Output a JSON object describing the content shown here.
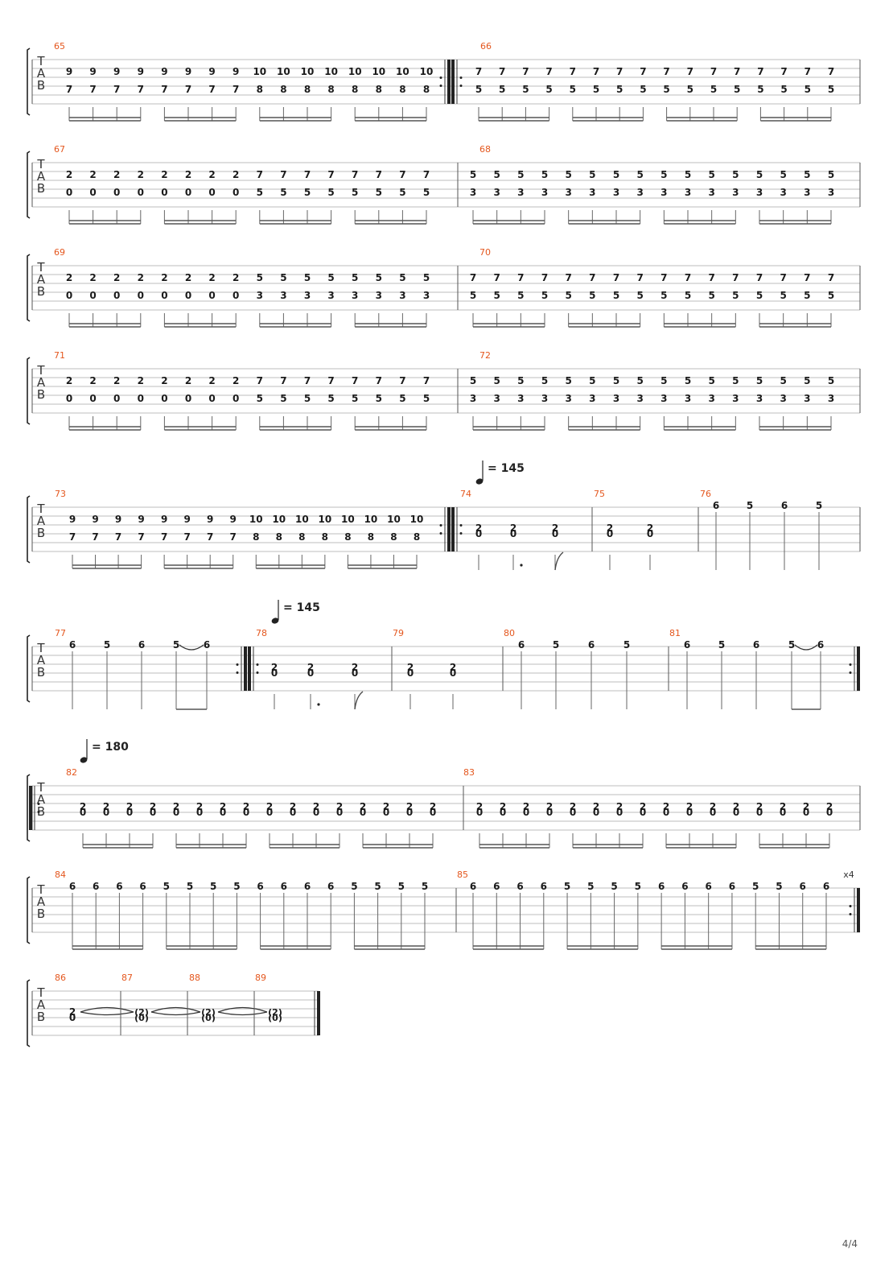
{
  "document": {
    "type": "guitar-tablature",
    "page_label": "4/4",
    "tab_clef": [
      "T",
      "A",
      "B"
    ],
    "repeat_count_label": "x4"
  },
  "tempo_marks": [
    {
      "system": 4,
      "value": "= 145"
    },
    {
      "system": 5,
      "value": "= 145"
    },
    {
      "system": 6,
      "value": "= 180"
    }
  ],
  "systems": [
    {
      "measures": [
        {
          "number": "65",
          "events": [
            {
              "s": 2,
              "f": "9",
              "n": 8
            },
            {
              "s": 2,
              "f": "10",
              "n": 8
            },
            {
              "s": 4,
              "f": "7",
              "n": 8
            },
            {
              "s": 4,
              "f": "8",
              "n": 8
            }
          ]
        },
        {
          "number": "66",
          "events": [
            {
              "s": 2,
              "f": "7",
              "n": 16
            },
            {
              "s": 4,
              "f": "5",
              "n": 16
            }
          ]
        }
      ]
    },
    {
      "measures": [
        {
          "number": "67",
          "events": [
            {
              "s": 2,
              "f": "2",
              "n": 8
            },
            {
              "s": 2,
              "f": "7",
              "n": 8
            },
            {
              "s": 4,
              "f": "0",
              "n": 8
            },
            {
              "s": 4,
              "f": "5",
              "n": 8
            }
          ]
        },
        {
          "number": "68",
          "events": [
            {
              "s": 2,
              "f": "5",
              "n": 16
            },
            {
              "s": 4,
              "f": "3",
              "n": 16
            }
          ]
        }
      ]
    },
    {
      "measures": [
        {
          "number": "69",
          "events": [
            {
              "s": 2,
              "f": "2",
              "n": 8
            },
            {
              "s": 2,
              "f": "5",
              "n": 8
            },
            {
              "s": 4,
              "f": "0",
              "n": 8
            },
            {
              "s": 4,
              "f": "3",
              "n": 8
            }
          ]
        },
        {
          "number": "70",
          "events": [
            {
              "s": 2,
              "f": "7",
              "n": 16
            },
            {
              "s": 4,
              "f": "5",
              "n": 16
            }
          ]
        }
      ]
    },
    {
      "measures": [
        {
          "number": "71",
          "events": [
            {
              "s": 2,
              "f": "2",
              "n": 8
            },
            {
              "s": 2,
              "f": "7",
              "n": 8
            },
            {
              "s": 4,
              "f": "0",
              "n": 8
            },
            {
              "s": 4,
              "f": "5",
              "n": 8
            }
          ]
        },
        {
          "number": "72",
          "events": [
            {
              "s": 2,
              "f": "5",
              "n": 16
            },
            {
              "s": 4,
              "f": "3",
              "n": 16
            }
          ]
        }
      ]
    },
    {
      "measures": [
        {
          "number": "73",
          "events": [
            {
              "s": 2,
              "f": "9",
              "n": 8
            },
            {
              "s": 2,
              "f": "10",
              "n": 8
            },
            {
              "s": 4,
              "f": "7",
              "n": 8
            },
            {
              "s": 4,
              "f": "8",
              "n": 8
            }
          ]
        },
        {
          "number": "74",
          "chords": [
            [
              "2",
              "0"
            ],
            [
              "2",
              "0"
            ],
            [
              "2",
              "0"
            ]
          ]
        },
        {
          "number": "75",
          "chords": [
            [
              "2",
              "0"
            ],
            [
              "2",
              "0"
            ]
          ]
        },
        {
          "number": "76",
          "notes": [
            "6",
            "5",
            "6",
            "5"
          ]
        }
      ]
    },
    {
      "measures": [
        {
          "number": "77",
          "notes": [
            "6",
            "5",
            "6",
            "5",
            "6"
          ]
        },
        {
          "number": "78",
          "chords": [
            [
              "2",
              "0"
            ],
            [
              "2",
              "0"
            ],
            [
              "2",
              "0"
            ]
          ]
        },
        {
          "number": "79",
          "chords": [
            [
              "2",
              "0"
            ],
            [
              "2",
              "0"
            ]
          ]
        },
        {
          "number": "80",
          "notes": [
            "6",
            "5",
            "6",
            "5"
          ]
        },
        {
          "number": "81",
          "notes": [
            "6",
            "5",
            "6",
            "5",
            "6"
          ]
        }
      ]
    },
    {
      "measures": [
        {
          "number": "82",
          "chords": [
            [
              "2",
              "0"
            ],
            [
              "2",
              "0"
            ],
            [
              "2",
              "0"
            ],
            [
              "2",
              "0"
            ],
            [
              "2",
              "0"
            ],
            [
              "2",
              "0"
            ],
            [
              "2",
              "0"
            ],
            [
              "2",
              "0"
            ],
            [
              "2",
              "0"
            ],
            [
              "2",
              "0"
            ],
            [
              "2",
              "0"
            ],
            [
              "2",
              "0"
            ],
            [
              "2",
              "0"
            ],
            [
              "2",
              "0"
            ],
            [
              "2",
              "0"
            ],
            [
              "2",
              "0"
            ]
          ]
        },
        {
          "number": "83",
          "chords": [
            [
              "2",
              "0"
            ],
            [
              "2",
              "0"
            ],
            [
              "2",
              "0"
            ],
            [
              "2",
              "0"
            ],
            [
              "2",
              "0"
            ],
            [
              "2",
              "0"
            ],
            [
              "2",
              "0"
            ],
            [
              "2",
              "0"
            ],
            [
              "2",
              "0"
            ],
            [
              "2",
              "0"
            ],
            [
              "2",
              "0"
            ],
            [
              "2",
              "0"
            ],
            [
              "2",
              "0"
            ],
            [
              "2",
              "0"
            ],
            [
              "2",
              "0"
            ],
            [
              "2",
              "0"
            ]
          ]
        }
      ]
    },
    {
      "measures": [
        {
          "number": "84",
          "notes": [
            "6",
            "6",
            "6",
            "6",
            "5",
            "5",
            "5",
            "5",
            "6",
            "6",
            "6",
            "6",
            "5",
            "5",
            "5",
            "5"
          ]
        },
        {
          "number": "85",
          "notes": [
            "6",
            "6",
            "6",
            "6",
            "5",
            "5",
            "5",
            "5",
            "6",
            "6",
            "6",
            "6",
            "5",
            "5",
            "6",
            "6"
          ]
        }
      ]
    },
    {
      "measures": [
        {
          "number": "86",
          "chord": [
            "2",
            "0"
          ]
        },
        {
          "number": "87",
          "chord": [
            "(2)",
            "(0)"
          ]
        },
        {
          "number": "88",
          "chord": [
            "(2)",
            "(0)"
          ]
        },
        {
          "number": "89",
          "chord": [
            "(2)",
            "(0)"
          ]
        }
      ]
    }
  ]
}
